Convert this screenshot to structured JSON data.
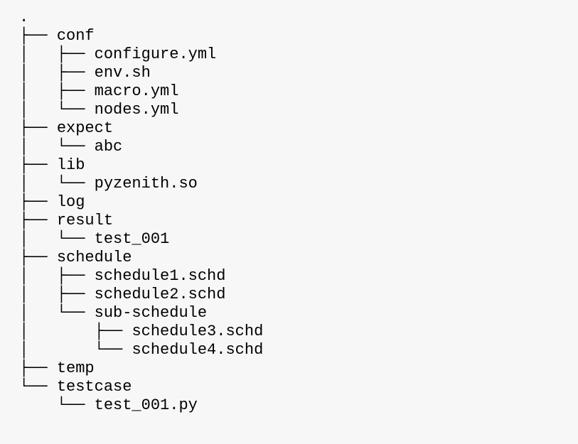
{
  "colors": {
    "background": "#f7f7f7",
    "text": "#000000"
  },
  "tree": {
    "root_label": ".",
    "lines": [
      {
        "prefix": "├── ",
        "name": "conf"
      },
      {
        "prefix": "│   ├── ",
        "name": "configure.yml"
      },
      {
        "prefix": "│   ├── ",
        "name": "env.sh"
      },
      {
        "prefix": "│   ├── ",
        "name": "macro.yml"
      },
      {
        "prefix": "│   └── ",
        "name": "nodes.yml"
      },
      {
        "prefix": "├── ",
        "name": "expect"
      },
      {
        "prefix": "│   └── ",
        "name": "abc"
      },
      {
        "prefix": "├── ",
        "name": "lib"
      },
      {
        "prefix": "│   └── ",
        "name": "pyzenith.so"
      },
      {
        "prefix": "├── ",
        "name": "log"
      },
      {
        "prefix": "├── ",
        "name": "result"
      },
      {
        "prefix": "│   └── ",
        "name": "test_001"
      },
      {
        "prefix": "├── ",
        "name": "schedule"
      },
      {
        "prefix": "│   ├── ",
        "name": "schedule1.schd"
      },
      {
        "prefix": "│   ├── ",
        "name": "schedule2.schd"
      },
      {
        "prefix": "│   └── ",
        "name": "sub-schedule"
      },
      {
        "prefix": "│       ├── ",
        "name": "schedule3.schd"
      },
      {
        "prefix": "│       └── ",
        "name": "schedule4.schd"
      },
      {
        "prefix": "├── ",
        "name": "temp"
      },
      {
        "prefix": "└── ",
        "name": "testcase"
      },
      {
        "prefix": "    └── ",
        "name": "test_001.py"
      }
    ]
  }
}
